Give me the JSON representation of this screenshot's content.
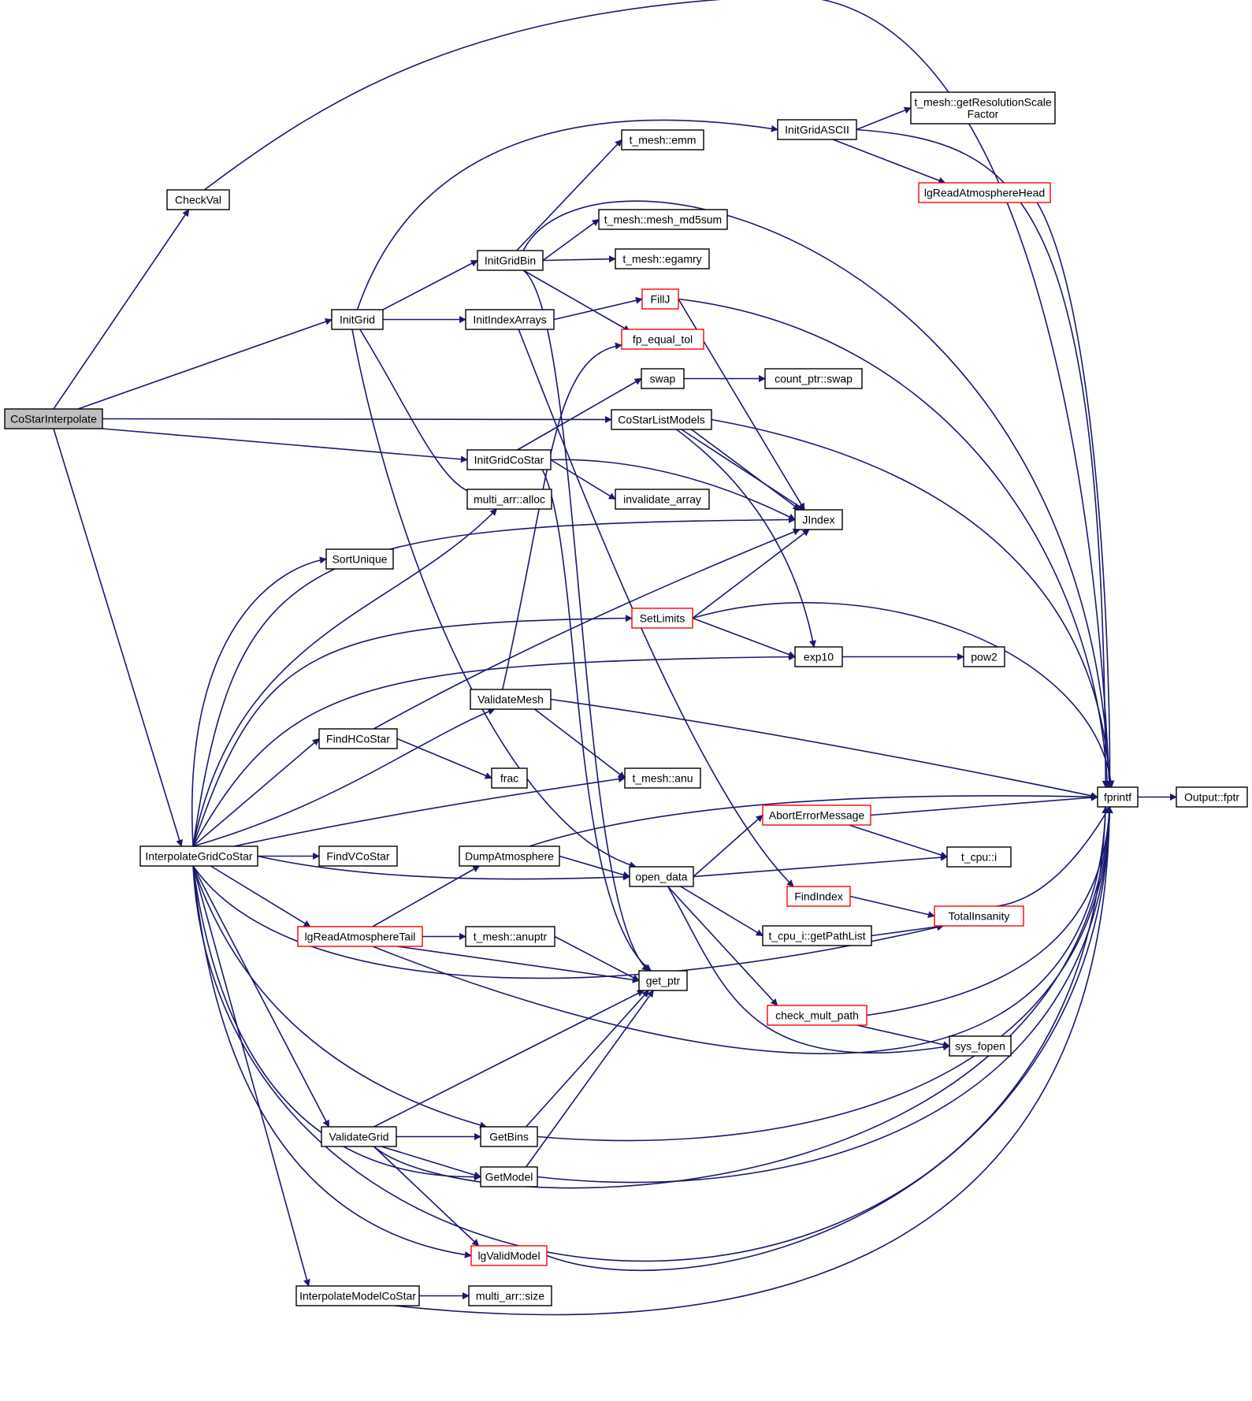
{
  "diagram": {
    "title": "",
    "colors": {
      "edge": "#191970",
      "node_border": "#000000",
      "node_border_truncated": "#ff0000",
      "node_fill": "#ffffff",
      "root_fill": "#bfbfbf"
    },
    "nodes": [
      {
        "id": "CoStarInterpolate",
        "lines": [
          "CoStarInterpolate"
        ],
        "style": "root"
      },
      {
        "id": "CheckVal",
        "lines": [
          "CheckVal"
        ],
        "style": "normal"
      },
      {
        "id": "InitGrid",
        "lines": [
          "InitGrid"
        ],
        "style": "normal"
      },
      {
        "id": "CoStarListModels",
        "lines": [
          "CoStarListModels"
        ],
        "style": "normal"
      },
      {
        "id": "InitGridCoStar",
        "lines": [
          "InitGridCoStar"
        ],
        "style": "normal"
      },
      {
        "id": "InterpolateGridCoStar",
        "lines": [
          "InterpolateGridCoStar"
        ],
        "style": "normal"
      },
      {
        "id": "fprintf",
        "lines": [
          "fprintf"
        ],
        "style": "normal"
      },
      {
        "id": "InitGridASCII",
        "lines": [
          "InitGridASCII"
        ],
        "style": "normal"
      },
      {
        "id": "InitGridBin",
        "lines": [
          "InitGridBin"
        ],
        "style": "normal"
      },
      {
        "id": "InitIndexArrays",
        "lines": [
          "InitIndexArrays"
        ],
        "style": "normal"
      },
      {
        "id": "multi_arr_alloc",
        "lines": [
          "multi_arr::alloc"
        ],
        "style": "normal"
      },
      {
        "id": "open_data",
        "lines": [
          "open_data"
        ],
        "style": "normal"
      },
      {
        "id": "get_ptr",
        "lines": [
          "get_ptr"
        ],
        "style": "normal"
      },
      {
        "id": "getResolutionScaleFactor",
        "lines": [
          "t_mesh::getResolutionScale",
          "Factor"
        ],
        "style": "normal"
      },
      {
        "id": "lgReadAtmosphereHead",
        "lines": [
          "lgReadAtmosphereHead"
        ],
        "style": "truncated"
      },
      {
        "id": "t_mesh_emm",
        "lines": [
          "t_mesh::emm"
        ],
        "style": "normal"
      },
      {
        "id": "t_mesh_mesh_md5sum",
        "lines": [
          "t_mesh::mesh_md5sum"
        ],
        "style": "normal"
      },
      {
        "id": "t_mesh_egamry",
        "lines": [
          "t_mesh::egamry"
        ],
        "style": "normal"
      },
      {
        "id": "fp_equal_tol",
        "lines": [
          "fp_equal_tol"
        ],
        "style": "truncated"
      },
      {
        "id": "FillJ",
        "lines": [
          "FillJ"
        ],
        "style": "truncated"
      },
      {
        "id": "FindIndex",
        "lines": [
          "FindIndex"
        ],
        "style": "truncated"
      },
      {
        "id": "JIndex",
        "lines": [
          "JIndex"
        ],
        "style": "normal"
      },
      {
        "id": "exp10",
        "lines": [
          "exp10"
        ],
        "style": "normal"
      },
      {
        "id": "swap",
        "lines": [
          "swap"
        ],
        "style": "normal"
      },
      {
        "id": "invalidate_array",
        "lines": [
          "invalidate_array"
        ],
        "style": "normal"
      },
      {
        "id": "SortUnique",
        "lines": [
          "SortUnique"
        ],
        "style": "normal"
      },
      {
        "id": "SetLimits",
        "lines": [
          "SetLimits"
        ],
        "style": "truncated"
      },
      {
        "id": "ValidateMesh",
        "lines": [
          "ValidateMesh"
        ],
        "style": "normal"
      },
      {
        "id": "FindHCoStar",
        "lines": [
          "FindHCoStar"
        ],
        "style": "normal"
      },
      {
        "id": "t_mesh_anu",
        "lines": [
          "t_mesh::anu"
        ],
        "style": "normal"
      },
      {
        "id": "FindVCoStar",
        "lines": [
          "FindVCoStar"
        ],
        "style": "normal"
      },
      {
        "id": "TotalInsanity",
        "lines": [
          "TotalInsanity"
        ],
        "style": "truncated"
      },
      {
        "id": "lgReadAtmosphereTail",
        "lines": [
          "lgReadAtmosphereTail"
        ],
        "style": "truncated"
      },
      {
        "id": "GetBins",
        "lines": [
          "GetBins"
        ],
        "style": "normal"
      },
      {
        "id": "ValidateGrid",
        "lines": [
          "ValidateGrid"
        ],
        "style": "normal"
      },
      {
        "id": "GetModel",
        "lines": [
          "GetModel"
        ],
        "style": "normal"
      },
      {
        "id": "lgValidModel",
        "lines": [
          "lgValidModel"
        ],
        "style": "truncated"
      },
      {
        "id": "InterpolateModelCoStar",
        "lines": [
          "InterpolateModelCoStar"
        ],
        "style": "normal"
      },
      {
        "id": "Output_fptr",
        "lines": [
          "Output::fptr"
        ],
        "style": "normal"
      },
      {
        "id": "count_ptr_swap",
        "lines": [
          "count_ptr::swap"
        ],
        "style": "normal"
      },
      {
        "id": "pow2",
        "lines": [
          "pow2"
        ],
        "style": "normal"
      },
      {
        "id": "frac",
        "lines": [
          "frac"
        ],
        "style": "normal"
      },
      {
        "id": "DumpAtmosphere",
        "lines": [
          "DumpAtmosphere"
        ],
        "style": "normal"
      },
      {
        "id": "AbortErrorMessage",
        "lines": [
          "AbortErrorMessage"
        ],
        "style": "truncated"
      },
      {
        "id": "t_cpu_i",
        "lines": [
          "t_cpu::i"
        ],
        "style": "normal"
      },
      {
        "id": "getPathList",
        "lines": [
          "t_cpu_i::getPathList"
        ],
        "style": "normal"
      },
      {
        "id": "check_mult_path",
        "lines": [
          "check_mult_path"
        ],
        "style": "truncated"
      },
      {
        "id": "sys_fopen",
        "lines": [
          "sys_fopen"
        ],
        "style": "normal"
      },
      {
        "id": "t_mesh_anuptr",
        "lines": [
          "t_mesh::anuptr"
        ],
        "style": "normal"
      },
      {
        "id": "multi_arr_size",
        "lines": [
          "multi_arr::size"
        ],
        "style": "normal"
      }
    ]
  }
}
